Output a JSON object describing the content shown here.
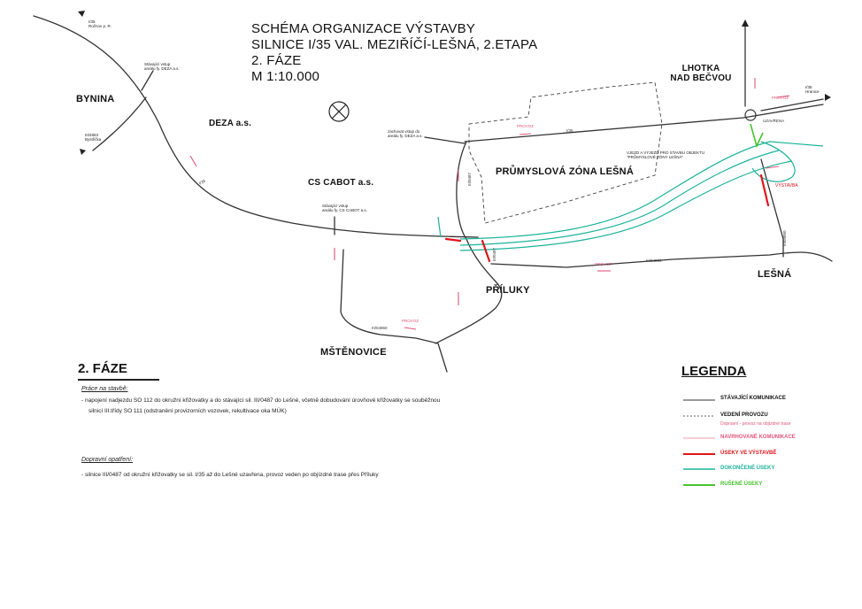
{
  "title": {
    "line1": "SCHÉMA ORGANIZACE VÝSTAVBY",
    "line2": "SILNICE I/35 VAL. MEZIŘÍČÍ-LEŠNÁ, 2.ETAPA",
    "line3": "2. FÁZE",
    "line4": "M 1:10.000"
  },
  "places": {
    "bynina": "BYNINA",
    "deza": "DEZA a.s.",
    "cs_cabot": "CS CABOT a.s.",
    "lhotka_1": "LHOTKA",
    "lhotka_2": "NAD BEČVOU",
    "prumyslova_zona": "PRŮMYSLOVÁ ZÓNA LEŠNÁ",
    "lesna": "LEŠNÁ",
    "priluky": "PŘÍLUKY",
    "mstenovice": "MŠTĚNOVICE"
  },
  "map_notes": {
    "deza_entry_1": "Stávající vstup",
    "deza_entry_2": "areálu fy. DEZA a.s.",
    "deza_entry2_1": "zachovat vstup do",
    "deza_entry2_2": "areálu fy. DEZA a.s.",
    "cabot_entry_1": "Stávající vstup",
    "cabot_entry_2": "areálu fy. CS CABOT a.s.",
    "zone_1": "VJEZD A VÝJEZD PRO STAVBU OBJEKTU",
    "zone_2": "\"PRŮMYSLOVÉ ZÓNY LEŠNÁ\"",
    "dir_top_left_1": "I/35",
    "dir_top_left_2": "Rožnov p. R.",
    "dir_left_1": "III/4863",
    "dir_left_2": "Bystřička",
    "dir_right_1": "I/35",
    "dir_right_2": "Hranice"
  },
  "road_tags": {
    "i35_a": "I/35",
    "i35_b": "I/35",
    "r0487_a": "III/0487",
    "r0487_b": "III/0487",
    "r0486_a": "III/04860",
    "r0486_b": "III/04860",
    "r0486_c": "III/04860",
    "provoz": "PROVOZ",
    "uzavrena": "UZAVŘENA",
    "vystavba": "VÝSTAVBA"
  },
  "phase": {
    "heading": "2. FÁZE",
    "works_heading": "Práce na stavbě:",
    "works_line1": "- napojení nadjezdu SO 112 do okružní křižovatky a do stávající sil. III/0487 do Lešné, včetně dobudování úrovňové křižovatky se souběžnou",
    "works_line2": "silnicí III.třídy SO 111 (odstranění provizorních vozovek, rekultivace oka MÚK)",
    "traffic_heading": "Dopravní opatření:",
    "traffic_line1": "- silnice III/0487 od okružní křižovatky se sil. I/35 až do Lešné uzavřena, provoz veden po objízdné trase přes Příluky"
  },
  "legend": {
    "title": "LEGENDA",
    "existing": "STÁVAJÍCÍ KOMUNIKACE",
    "traffic": "VEDENÍ PROVOZU",
    "traffic_sub": "Dopravní - provoz na objízdné trase",
    "proposed": "NAVRHOVANÉ KOMUNIKACE",
    "construction": "ÚSEKY VE VÝSTAVBĚ",
    "completed": "DOKONČENÉ ÚSEKY",
    "cancelled": "RUŠENÉ ÚSEKY"
  },
  "colors": {
    "existing": "#333333",
    "proposed": "#f29cb1",
    "construction": "#e1131b",
    "completed": "#1bb39a",
    "cancelled": "#48c22e",
    "detour_blue": "#7ac6ea"
  }
}
